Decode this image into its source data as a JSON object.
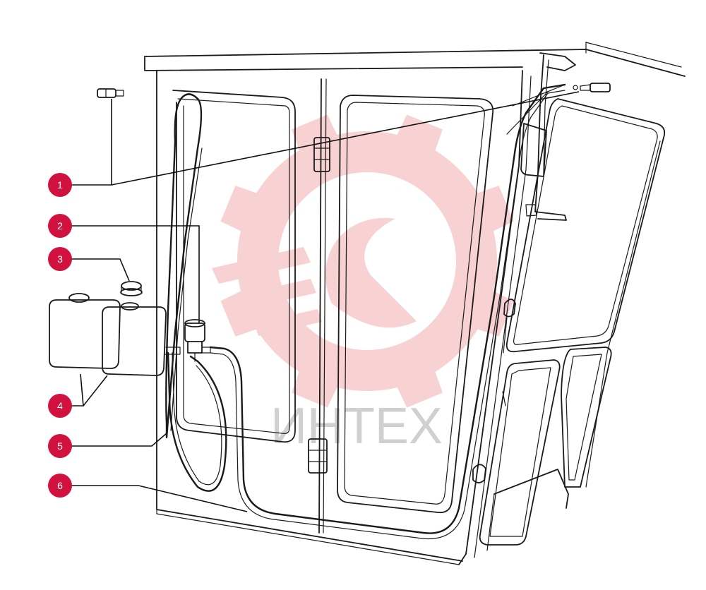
{
  "watermark": {
    "text": "ИНТЕХ",
    "gear_color": "#f7c9cb",
    "text_color": "#d0d0d0"
  },
  "colors": {
    "badge": "#d1123f",
    "stroke": "#1a1a1a"
  },
  "callouts": [
    {
      "number": "1",
      "part": "washer-nozzle"
    },
    {
      "number": "2",
      "part": "washer-pump"
    },
    {
      "number": "3",
      "part": "tank-cap"
    },
    {
      "number": "4",
      "part": "washer-reservoirs"
    },
    {
      "number": "5",
      "part": "hose-loop"
    },
    {
      "number": "6",
      "part": "hose-main"
    }
  ]
}
